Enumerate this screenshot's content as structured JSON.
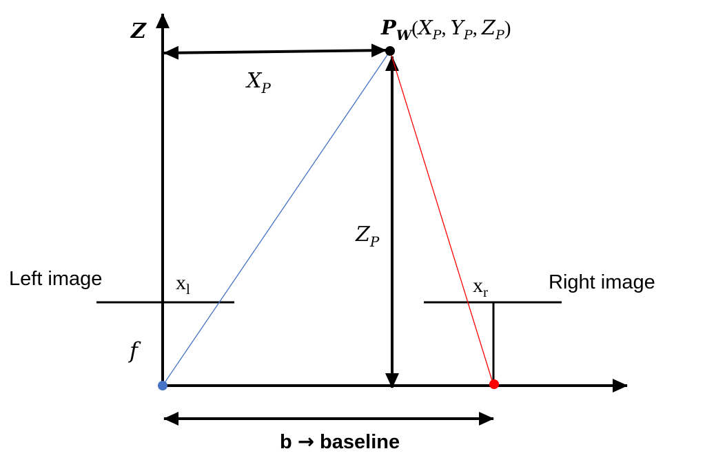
{
  "colors": {
    "ink": "#000000",
    "left_ray": "#4472c4",
    "right_ray": "#ff0000",
    "left_camera": "#4472c4",
    "right_camera": "#ff0000",
    "point": "#000000"
  },
  "labels": {
    "z_axis": "Z",
    "point_name": "P",
    "point_sub": "W",
    "point_coords_open": "(",
    "coord_x": "X",
    "coord_y": "Y",
    "coord_z": "Z",
    "coord_sub": "P",
    "comma": ",",
    "point_coords_close": ")",
    "xp_main": "X",
    "xp_sub": "P",
    "zp_main": "Z",
    "zp_sub": "P",
    "left_image": "Left image",
    "right_image": "Right image",
    "xl_main": "x",
    "xl_sub": "l",
    "xr_main": "x",
    "xr_sub": "r",
    "focal": "f",
    "baseline_b": "b",
    "baseline_arrow": "→",
    "baseline_word": "baseline"
  }
}
